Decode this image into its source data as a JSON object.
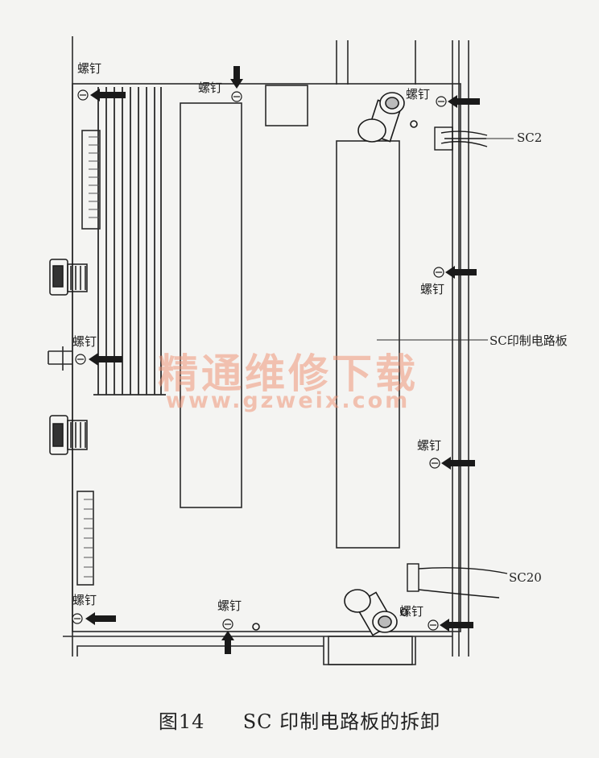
{
  "labels": {
    "screw": "螺钉"
  },
  "callouts": {
    "sc2": "SC2",
    "sc_board": "SC印制电路板",
    "sc20": "SC20"
  },
  "watermark": {
    "cn": "精通维修下载",
    "url": "www.gzweix.com"
  },
  "caption": {
    "figure": "图14",
    "text": "SC 印制电路板的拆卸"
  },
  "colors": {
    "line": "#2a2a2a",
    "arrow": "#1a1a1a",
    "watermark": "#ee9678"
  }
}
